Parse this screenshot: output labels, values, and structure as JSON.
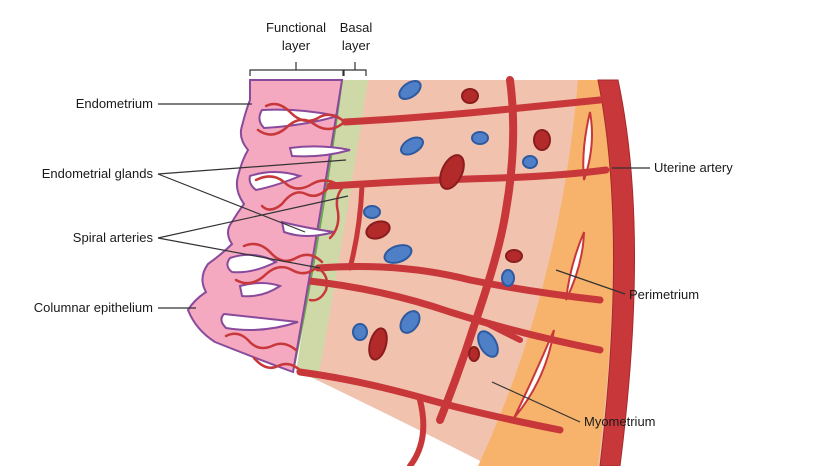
{
  "header": {
    "functional_layer_line1": "Functional",
    "functional_layer_line2": "layer",
    "basal_layer_line1": "Basal",
    "basal_layer_line2": "layer"
  },
  "labels": {
    "endometrium": "Endometrium",
    "endometrial_glands": "Endometrial glands",
    "spiral_arteries": "Spiral arteries",
    "columnar_epithelium": "Columnar epithelium",
    "uterine_artery": "Uterine artery",
    "perimetrium": "Perimetrium",
    "myometrium": "Myometrium"
  },
  "colors": {
    "endometrium_pink": "#f4a9c0",
    "gland_outline": "#8a4a9c",
    "basal_green": "#cfd9a8",
    "basal_line": "#6aa84f",
    "myometrium_fill": "#f1c2ae",
    "artery_red": "#c8383a",
    "perimetrium_orange": "#f7b36b",
    "cell_blue": "#4f7fc7",
    "cell_red": "#b32a2a"
  }
}
